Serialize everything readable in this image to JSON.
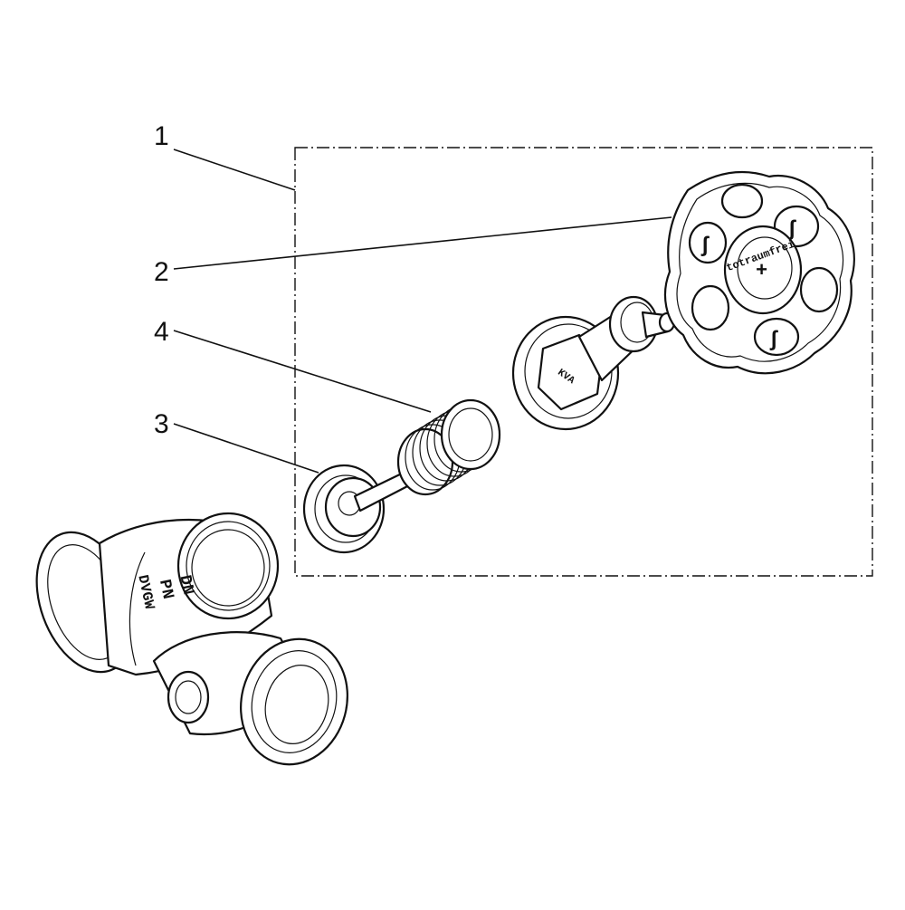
{
  "callouts": [
    {
      "id": "1",
      "label": "1"
    },
    {
      "id": "2",
      "label": "2"
    },
    {
      "id": "3",
      "label": "3"
    },
    {
      "id": "4",
      "label": "4"
    }
  ],
  "handwheel": {
    "ring_text": "totraumfrei",
    "center_mark": "+"
  },
  "bonnet": {
    "marking": "KVA"
  },
  "body_marking": {
    "line1": "DN",
    "line2": "PN",
    "line3": "DVGW"
  },
  "colors": {
    "ink": "#111111",
    "paper": "#ffffff"
  }
}
